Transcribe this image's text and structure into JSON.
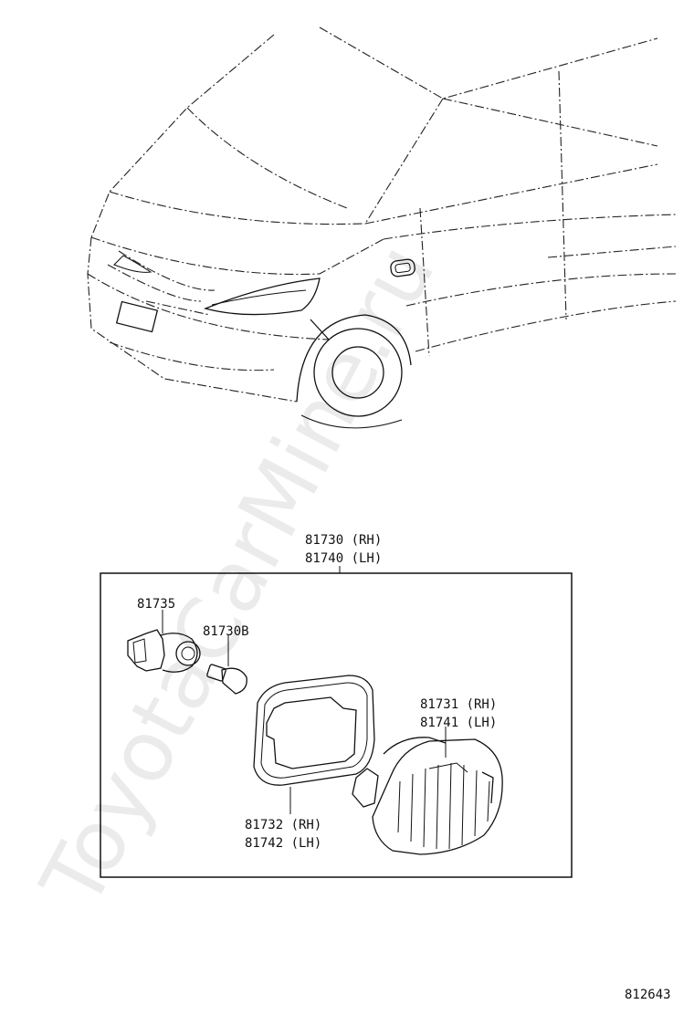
{
  "diagram": {
    "parts": {
      "assembly_rh": "81730 (RH)",
      "assembly_lh": "81740 (LH)",
      "socket": "81735",
      "bulb": "81730B",
      "lens_rh": "81731 (RH)",
      "lens_lh": "81741 (LH)",
      "gasket_rh": "81732 (RH)",
      "gasket_lh": "81742 (LH)"
    },
    "figure_number": "812643",
    "watermark": "ToyotaCarMine.ru"
  }
}
